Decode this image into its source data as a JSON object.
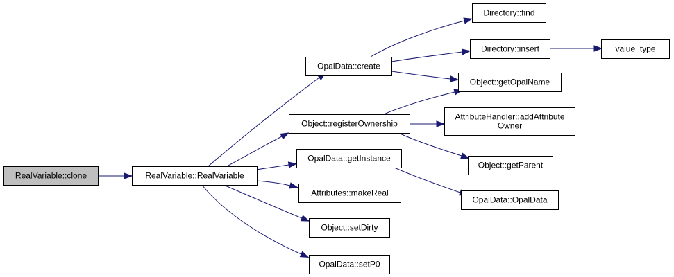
{
  "colors": {
    "edge": "#191970",
    "node_fill": "#ffffff",
    "highlight_fill": "#bfbfbf",
    "node_border": "#000000"
  },
  "nodes": [
    {
      "id": "realvariable-clone",
      "lines": [
        "RealVariable::clone"
      ],
      "highlight": true
    },
    {
      "id": "realvariable-realvariable",
      "lines": [
        "RealVariable::RealVariable"
      ]
    },
    {
      "id": "opaldata-create",
      "lines": [
        "OpalData::create"
      ]
    },
    {
      "id": "object-registerownership",
      "lines": [
        "Object::registerOwnership"
      ]
    },
    {
      "id": "opaldata-getinstance",
      "lines": [
        "OpalData::getInstance"
      ]
    },
    {
      "id": "attributes-makereal",
      "lines": [
        "Attributes::makeReal"
      ]
    },
    {
      "id": "object-setdirty",
      "lines": [
        "Object::setDirty"
      ]
    },
    {
      "id": "opaldata-setp0",
      "lines": [
        "OpalData::setP0"
      ]
    },
    {
      "id": "directory-find",
      "lines": [
        "Directory::find"
      ]
    },
    {
      "id": "directory-insert",
      "lines": [
        "Directory::insert"
      ]
    },
    {
      "id": "object-getopalname",
      "lines": [
        "Object::getOpalName"
      ]
    },
    {
      "id": "attributehandler-addattributeowner",
      "lines": [
        "AttributeHandler::addAttribute",
        "Owner"
      ]
    },
    {
      "id": "object-getparent",
      "lines": [
        "Object::getParent"
      ]
    },
    {
      "id": "opaldata-opaldata",
      "lines": [
        "OpalData::OpalData"
      ]
    },
    {
      "id": "value-type",
      "lines": [
        "value_type"
      ]
    }
  ],
  "edges": [
    {
      "from": "realvariable-clone",
      "to": "realvariable-realvariable"
    },
    {
      "from": "realvariable-realvariable",
      "to": "opaldata-create"
    },
    {
      "from": "realvariable-realvariable",
      "to": "object-registerownership"
    },
    {
      "from": "realvariable-realvariable",
      "to": "opaldata-getinstance"
    },
    {
      "from": "realvariable-realvariable",
      "to": "attributes-makereal"
    },
    {
      "from": "realvariable-realvariable",
      "to": "object-setdirty"
    },
    {
      "from": "realvariable-realvariable",
      "to": "opaldata-setp0"
    },
    {
      "from": "opaldata-create",
      "to": "directory-find"
    },
    {
      "from": "opaldata-create",
      "to": "directory-insert"
    },
    {
      "from": "opaldata-create",
      "to": "object-getopalname"
    },
    {
      "from": "directory-insert",
      "to": "value-type"
    },
    {
      "from": "object-registerownership",
      "to": "object-getopalname"
    },
    {
      "from": "object-registerownership",
      "to": "attributehandler-addattributeowner"
    },
    {
      "from": "object-registerownership",
      "to": "object-getparent"
    },
    {
      "from": "opaldata-getinstance",
      "to": "opaldata-opaldata"
    }
  ]
}
